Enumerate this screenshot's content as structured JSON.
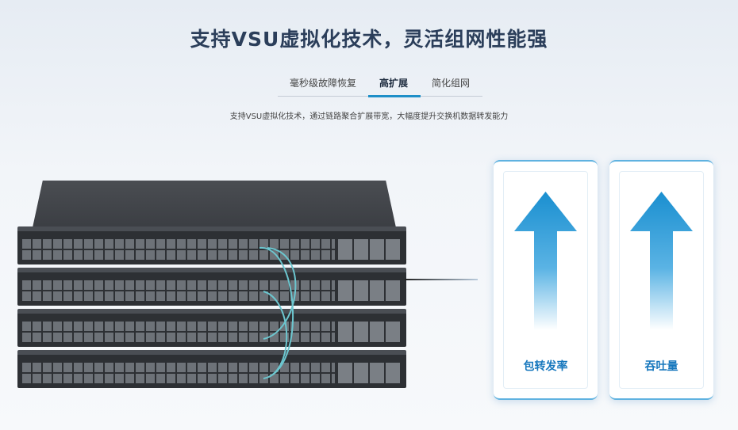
{
  "header": {
    "title": "支持VSU虚拟化技术，灵活组网性能强"
  },
  "tabs": [
    {
      "label": "毫秒级故障恢复",
      "active": false
    },
    {
      "label": "高扩展",
      "active": true
    },
    {
      "label": "简化组网",
      "active": false
    }
  ],
  "description": "支持VSU虚拟化技术，通过链路聚合扩展带宽，大幅度提升交换机数据转发能力",
  "cards": [
    {
      "label": "包转发率",
      "icon": "arrow-up-icon"
    },
    {
      "label": "吞吐量",
      "icon": "arrow-up-icon"
    }
  ],
  "colors": {
    "accent": "#1d8fc8",
    "title": "#2b3e5a",
    "card_label": "#1677bd"
  }
}
